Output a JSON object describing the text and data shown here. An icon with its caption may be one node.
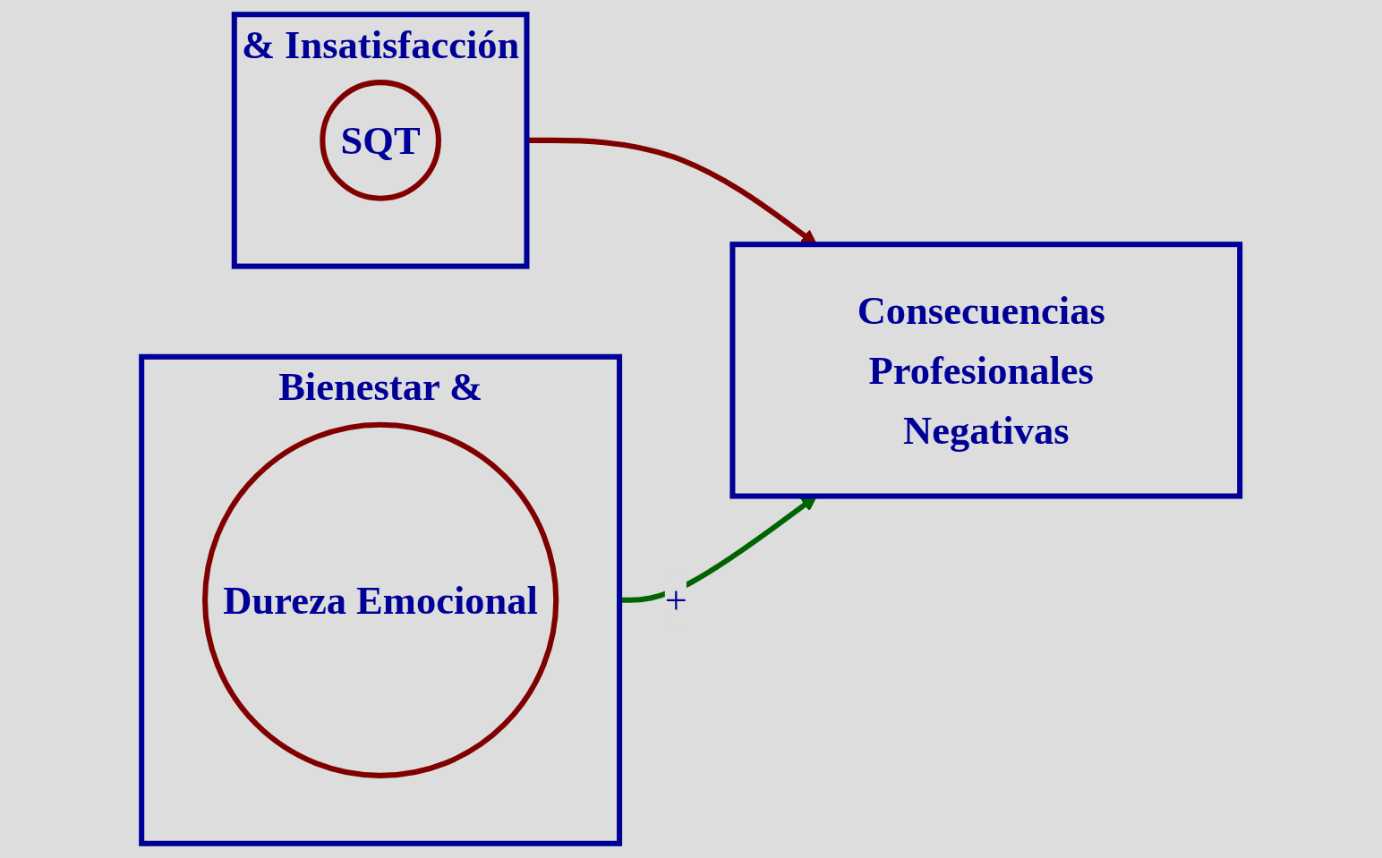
{
  "diagram": {
    "nodes": [
      {
        "text": [
          "& Insatisfacción"
        ]
      },
      {
        "text": [
          "SQT"
        ],
        "in": 0
      },
      {
        "text": [
          "Consecuencias Profesionales Negativas"
        ]
      },
      {
        "text": [
          "Bienestar &"
        ]
      },
      {
        "text": [
          "Dureza Emocional"
        ],
        "in": 3
      }
    ],
    "edges": [
      {
        "from": 0,
        "to": 2,
        "arrow": "to",
        "color": "#800000"
      },
      {
        "from": 3,
        "to": 2,
        "arrow": "to",
        "label": "+",
        "color": "#006400"
      }
    ]
  }
}
